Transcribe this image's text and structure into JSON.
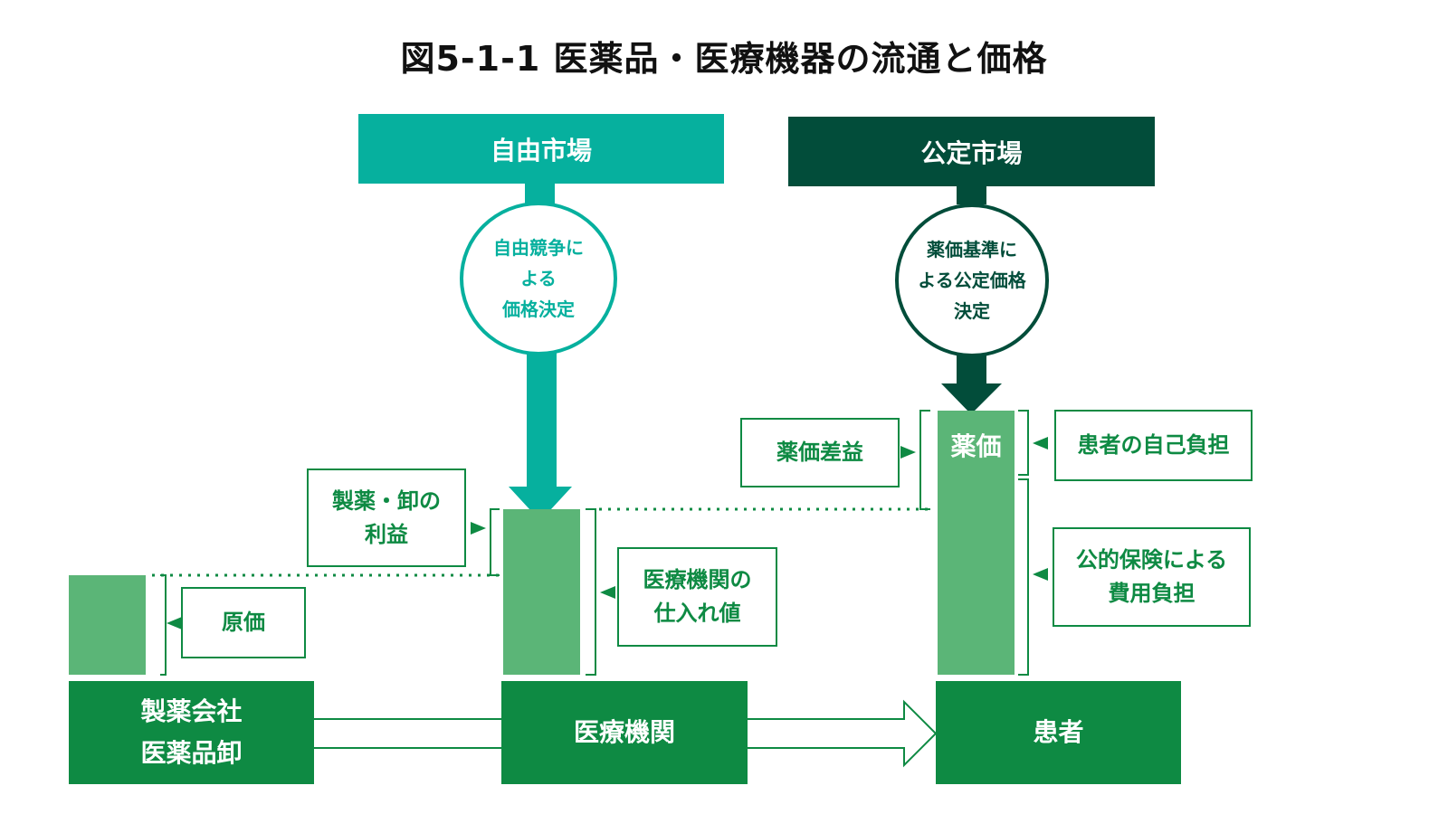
{
  "title": "図5-1-1 医薬品・医療機器の流通と価格",
  "markets": {
    "free": "自由市場",
    "official": "公定市場"
  },
  "circles": {
    "free": "自由競争に\nよる\n価格決定",
    "official": "薬価基準に\nよる公定価格\n決定"
  },
  "labels": {
    "cost": "原価",
    "manufacturer_profit": "製薬・卸の\n利益",
    "purchase_price": "医療機関の\n仕入れ値",
    "drug_price_margin": "薬価差益",
    "patient_copay": "患者の自己負担",
    "insurance_share": "公的保険による\n費用負担"
  },
  "bar_label": "薬価",
  "entities": {
    "manufacturer": "製薬会社\n医薬品卸",
    "institution": "医療機関",
    "patient": "患者"
  },
  "colors": {
    "teal": "#06b09e",
    "dark_green": "#024d3a",
    "green": "#0e8a43",
    "light_green": "#5bb577"
  }
}
